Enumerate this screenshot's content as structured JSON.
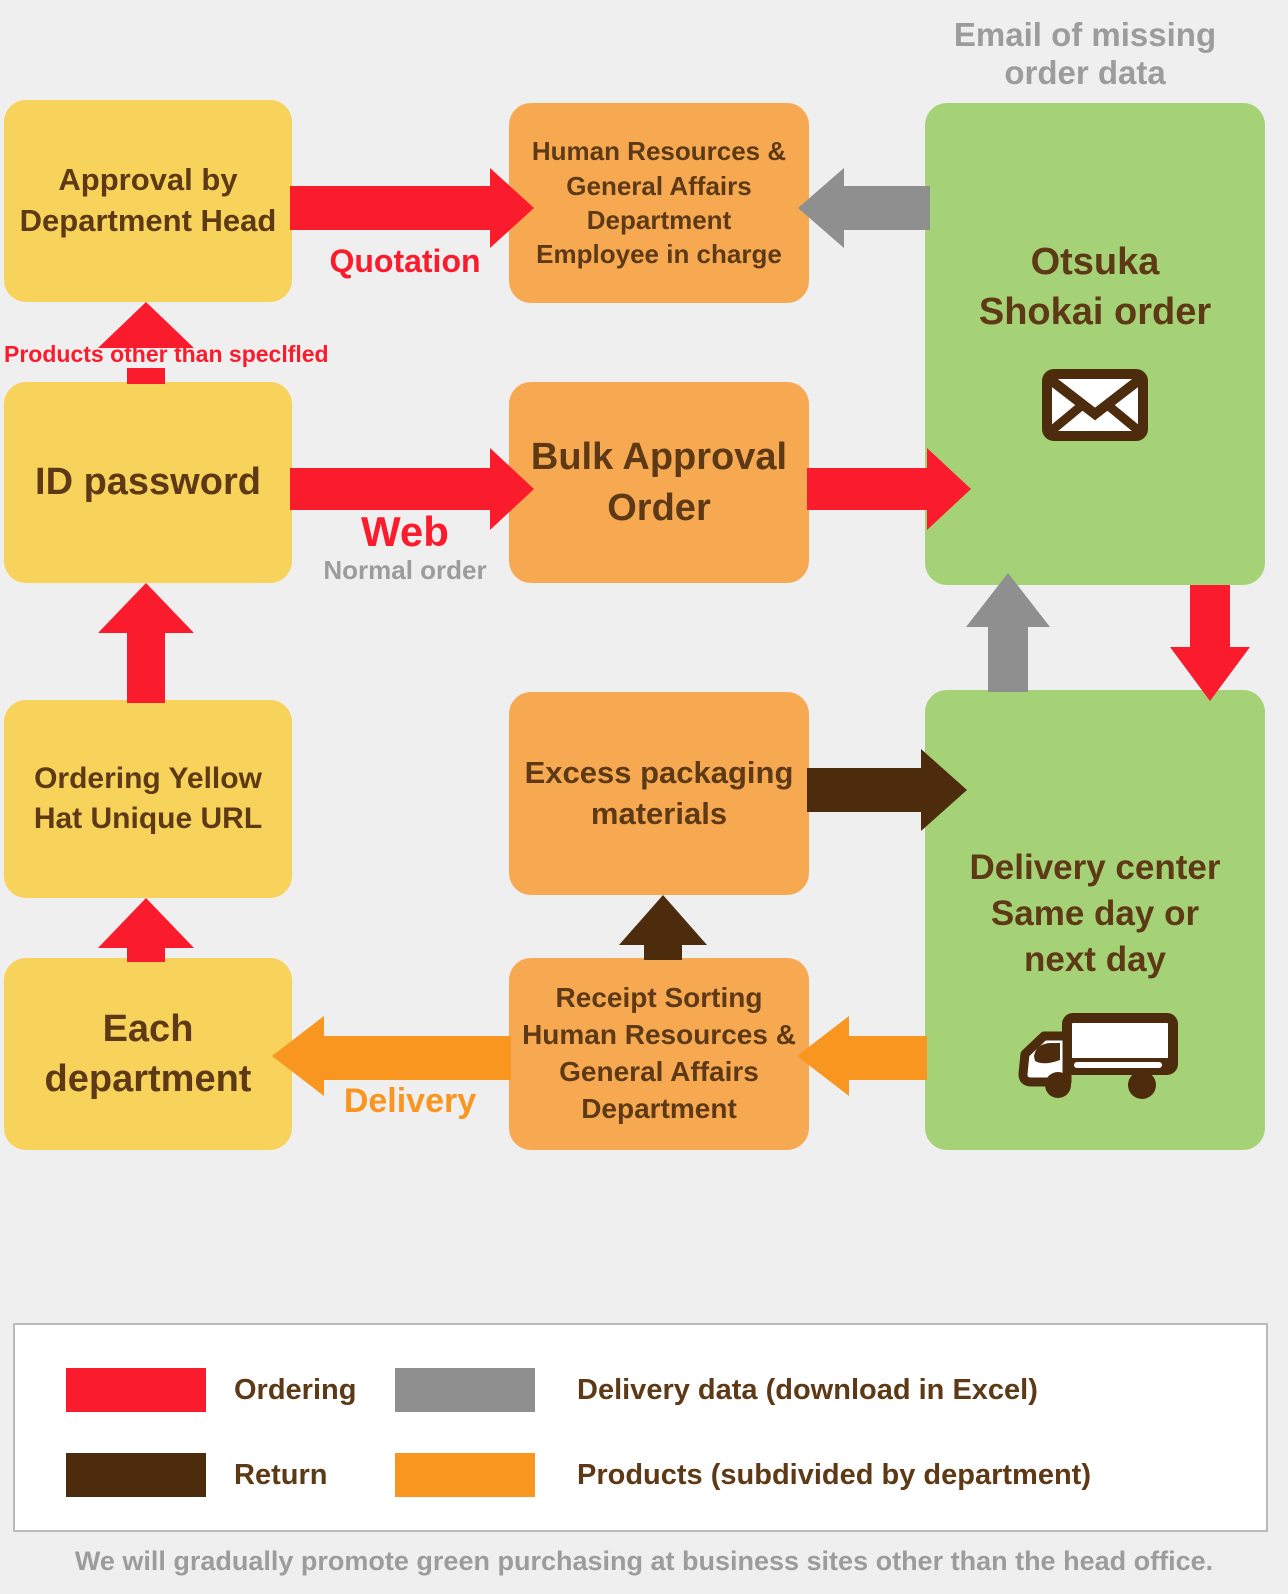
{
  "title": "Ordering flow diagram",
  "colors": {
    "background": "#f0efef",
    "yellow_box": "#f8d35c",
    "orange_box": "#f7a952",
    "green_box": "#a5d276",
    "red": "#fa1b2c",
    "gray": "#8f8f8f",
    "brown": "#4d2c0d",
    "orange_arrow": "#f8961f",
    "box_text": "#5d3a15",
    "muted_text": "#9c9c9c",
    "legend_border": "#bbbbbb"
  },
  "annotations": {
    "email_missing": {
      "line1": "Email of missing",
      "line2": "order data"
    },
    "quotation": "Quotation",
    "products_other": "Products other than speclfled",
    "web": "Web",
    "normal_order": "Normal order",
    "delivery": "Delivery"
  },
  "nodes": {
    "approval": {
      "line1": "Approval by",
      "line2": "Department Head"
    },
    "hr_dept": {
      "line1": "Human Resources &",
      "line2": "General Affairs",
      "line3": "Department",
      "line4": "Employee in charge"
    },
    "otsuka": {
      "line1": "Otsuka",
      "line2": "Shokai order",
      "icon": "envelope-icon"
    },
    "id_password": {
      "line1": "ID password"
    },
    "bulk": {
      "line1": "Bulk Approval",
      "line2": "Order"
    },
    "yellow_hat": {
      "line1": "Ordering Yellow",
      "line2": "Hat Unique URL"
    },
    "excess": {
      "line1": "Excess packaging",
      "line2": "materials"
    },
    "delivery_center": {
      "line1": "Delivery center",
      "line2": "Same day or",
      "line3": "next day",
      "icon": "truck-icon"
    },
    "each_dept": {
      "line1": "Each",
      "line2": "department"
    },
    "receipt": {
      "line1": "Receipt Sorting",
      "line2": "Human Resources &",
      "line3": "General Affairs",
      "line4": "Department"
    }
  },
  "legend": {
    "items": [
      {
        "color_key": "red",
        "label": "Ordering"
      },
      {
        "color_key": "gray",
        "label": "Delivery data (download in Excel)"
      },
      {
        "color_key": "brown",
        "label": "Return"
      },
      {
        "color_key": "orange_arrow",
        "label": "Products (subdivided by department)"
      }
    ]
  },
  "footer": "We will gradually promote green purchasing at business sites other than the head office."
}
